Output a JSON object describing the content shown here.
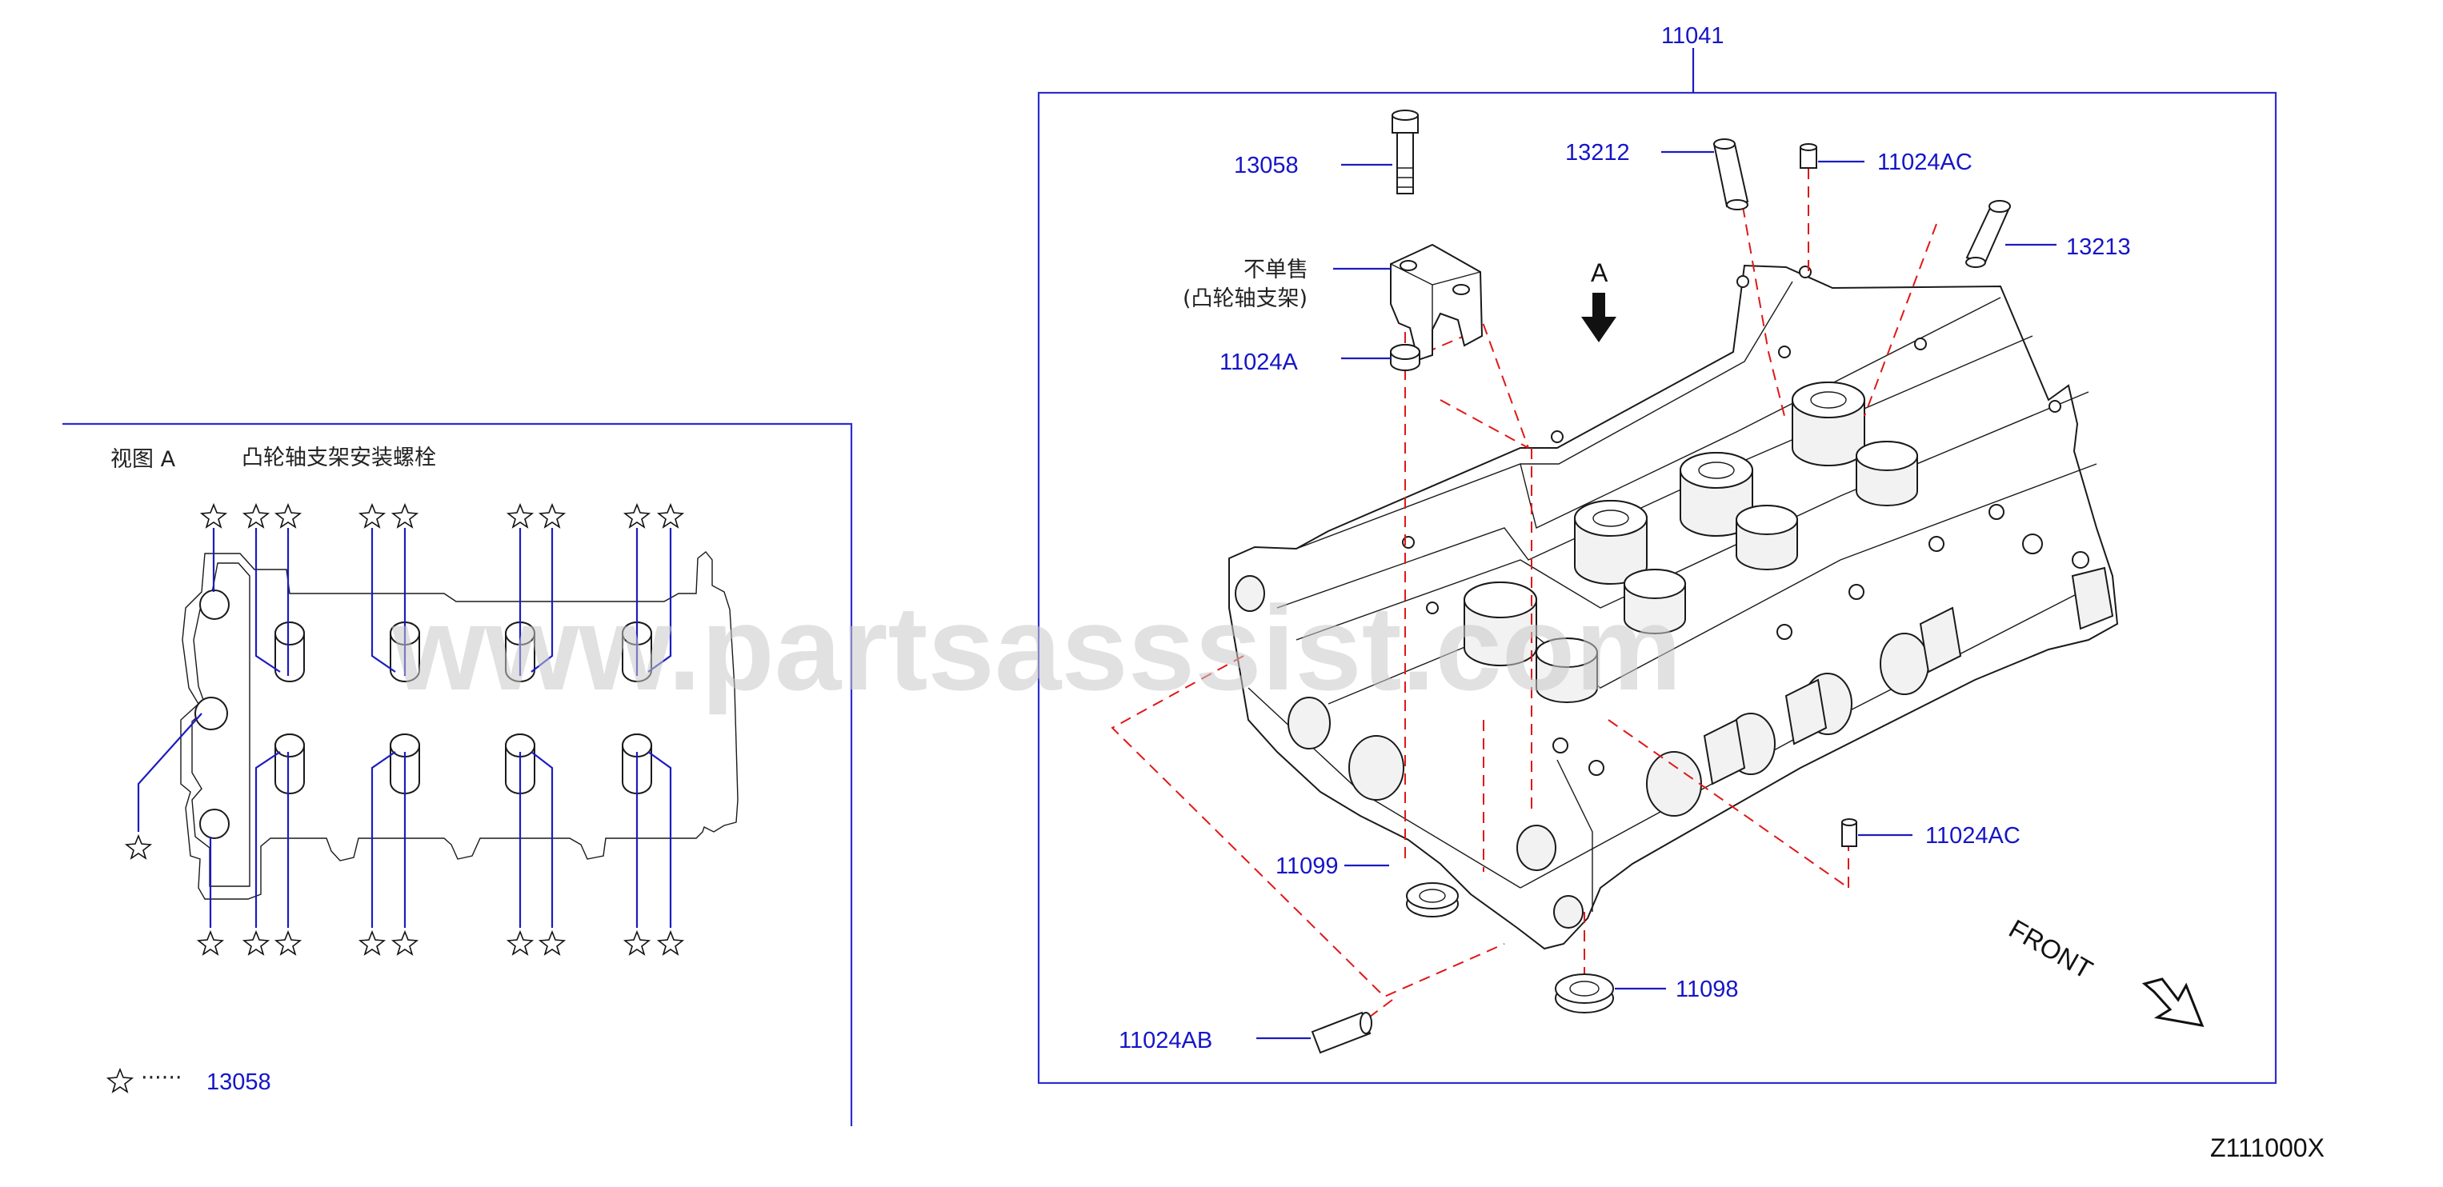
{
  "watermark": "www.partsasssist.com",
  "diagram_code": "Z111000X",
  "assembly_part": "11041",
  "parts": {
    "p13058": "13058",
    "p13212": "13212",
    "p11024AC_top": "11024AC",
    "p13213": "13213",
    "p11024A": "11024A",
    "p11099": "11099",
    "p11024AC_right": "11024AC",
    "p11098": "11098",
    "p11024AB": "11024AB"
  },
  "not_sold_note": {
    "line1": "不单售",
    "line2": "(凸轮轴支架)"
  },
  "view_arrow_label": "A",
  "front_label": "FRONT",
  "view_a": {
    "title": "视图 A",
    "subtitle": "凸轮轴支架安装螺栓",
    "legend_dots": "······",
    "legend_part": "13058"
  },
  "colors": {
    "part_label": "#1515c8",
    "leader_line": "#1c1cc0",
    "dashed_guide": "#e01818",
    "frame": "#2d2dd0",
    "watermark": "#c8c8c8"
  },
  "icons": {
    "star": "star-icon",
    "down_arrow": "arrow-down-icon",
    "front_arrow": "arrow-front-icon"
  }
}
